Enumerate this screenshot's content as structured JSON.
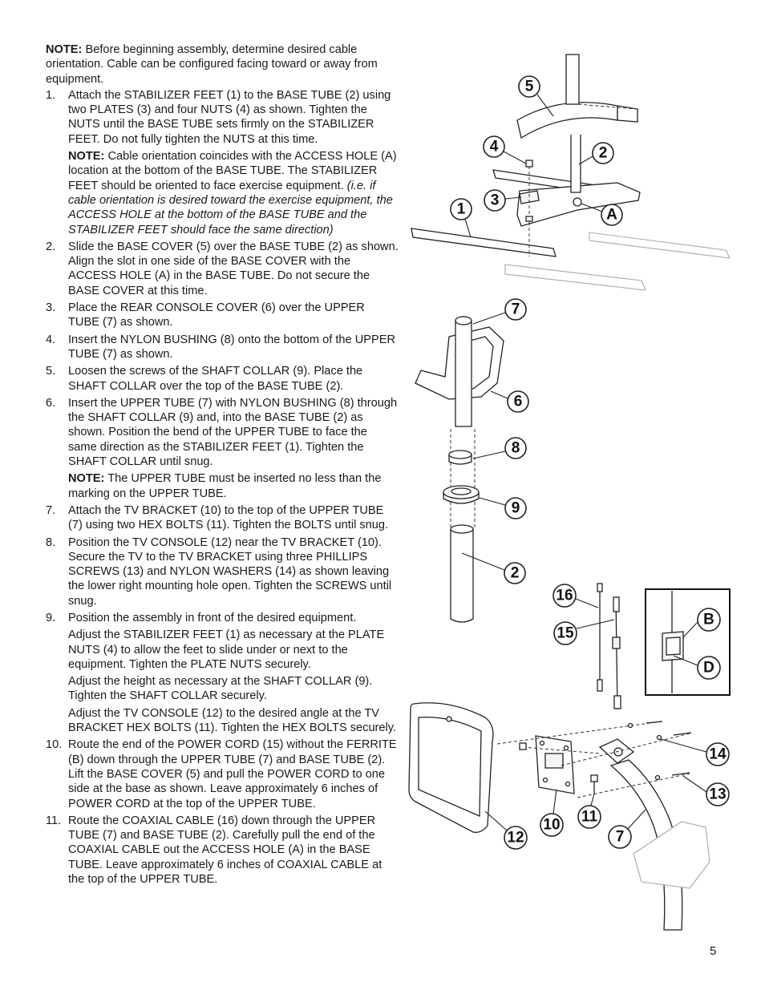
{
  "intro_note": {
    "label": "NOTE:",
    "text": "Before beginning assembly, determine desired cable orientation. Cable can be configured facing toward or away from equipment."
  },
  "steps": [
    {
      "number": "1.",
      "text": "Attach the STABILIZER FEET (1) to the BASE TUBE (2) using two PLATES (3) and four NUTS (4) as shown. Tighten the NUTS until the BASE TUBE sets firmly on the STABILIZER FEET. Do not fully tighten the NUTS at this time.",
      "note_label": "NOTE:",
      "note_text": "Cable orientation coincides with the ACCESS HOLE (A) location at the bottom of the BASE TUBE. The STABILIZER FEET should be oriented to face exercise equipment.",
      "note_italic": "(i.e. if cable orientation is desired toward the exercise equipment, the ACCESS HOLE at the bottom of the BASE TUBE and the STABILIZER FEET should face the same direction)"
    },
    {
      "number": "2.",
      "text": "Slide the BASE COVER (5) over the BASE TUBE (2) as shown. Align the slot in one side of the BASE COVER with the ACCESS HOLE (A) in the BASE TUBE. Do not secure the BASE COVER at this time."
    },
    {
      "number": "3.",
      "text": "Place the REAR CONSOLE COVER (6) over the UPPER TUBE (7) as shown."
    },
    {
      "number": "4.",
      "text": "Insert the NYLON BUSHING (8) onto the bottom of the UPPER TUBE (7) as shown."
    },
    {
      "number": "5.",
      "text": "Loosen the screws of the SHAFT COLLAR (9). Place the SHAFT COLLAR over the top of the BASE TUBE (2)."
    },
    {
      "number": "6.",
      "text": "Insert the UPPER TUBE (7) with NYLON BUSHING (8) through the SHAFT COLLAR (9) and, into the BASE TUBE (2) as shown. Position the bend of the UPPER TUBE to face the same direction as the STABILIZER FEET (1). Tighten the SHAFT COLLAR until snug.",
      "note_label": "NOTE:",
      "note_text": "The UPPER TUBE must be inserted no less than the marking on the UPPER TUBE."
    },
    {
      "number": "7.",
      "text": "Attach the TV BRACKET (10) to the top of the UPPER TUBE (7) using two HEX BOLTS (11). Tighten the BOLTS until snug."
    },
    {
      "number": "8.",
      "text": "Position the TV CONSOLE (12) near the TV BRACKET (10). Secure the TV to the TV BRACKET using three PHILLIPS SCREWS (13) and NYLON WASHERS (14) as shown leaving the lower right mounting hole open. Tighten the SCREWS until snug."
    },
    {
      "number": "9.",
      "text": "Position the assembly in front of the desired equipment.",
      "subs": [
        "Adjust the STABILIZER FEET (1) as necessary at the PLATE NUTS (4) to allow the feet to slide under or next to the equipment. Tighten the PLATE NUTS securely.",
        "Adjust the height as necessary at the SHAFT COLLAR (9). Tighten the SHAFT COLLAR securely.",
        "Adjust the TV CONSOLE (12) to the desired angle at the TV BRACKET HEX BOLTS (11). Tighten the HEX BOLTS securely."
      ]
    },
    {
      "number": "10.",
      "text": "Route the end of the POWER CORD (15) without the FERRITE (B) down through the UPPER TUBE (7) and BASE TUBE (2). Lift the BASE COVER (5) and pull the POWER CORD to one side at the base as shown. Leave approximately 6 inches of POWER CORD at the top of the UPPER TUBE."
    },
    {
      "number": "11.",
      "text": "Route the COAXIAL CABLE (16) down through the UPPER TUBE (7) and BASE TUBE (2). Carefully pull the end of the COAXIAL CABLE out the ACCESS HOLE (A) in the BASE TUBE. Leave approximately 6 inches of COAXIAL CABLE at the top of the UPPER TUBE."
    }
  ],
  "callouts": {
    "c5": "5",
    "c4": "4",
    "c2a": "2",
    "c3": "3",
    "c1": "1",
    "cA": "A",
    "c7a": "7",
    "c6": "6",
    "c8": "8",
    "c9": "9",
    "c2b": "2",
    "c16": "16",
    "c15": "15",
    "cB": "B",
    "cD": "D",
    "c14": "14",
    "c13": "13",
    "c11": "11",
    "c10": "10",
    "c12": "12",
    "c7b": "7"
  },
  "page_number": "5"
}
